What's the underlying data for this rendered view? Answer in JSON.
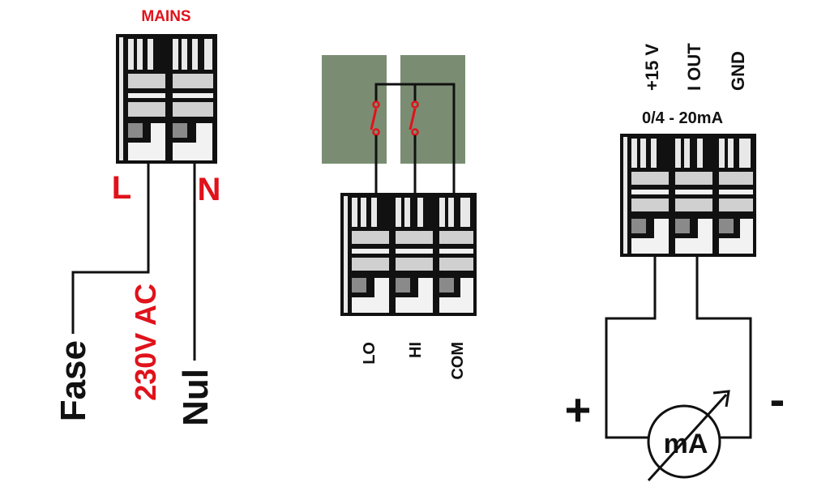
{
  "mains": {
    "title": "MAINS",
    "terminal_left": "L",
    "terminal_right": "N",
    "wire_phase": "Fase",
    "voltage": "230V AC",
    "wire_neutral": "Nul"
  },
  "relay": {
    "terminals": [
      "LO",
      "HI",
      "COM"
    ]
  },
  "analog": {
    "terminals": [
      "+15 V",
      "I OUT",
      "GND"
    ],
    "range": "0/4 - 20mA",
    "meter_label": "mA",
    "plus_sign": "+",
    "minus_sign": "-"
  },
  "colors": {
    "label_red": "#e0121b",
    "relay_green": "#7a8d72",
    "terminal_grey": "#c9c9c9",
    "screw_dark": "#8a8a8a",
    "line": "#111111"
  }
}
